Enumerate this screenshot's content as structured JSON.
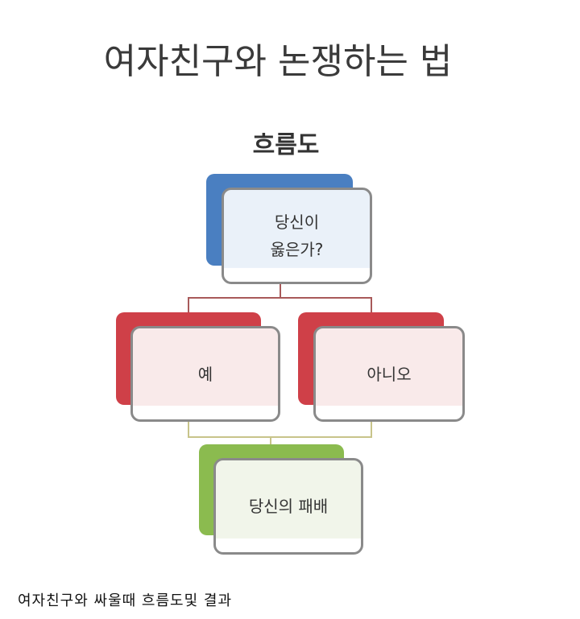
{
  "title": "여자친구와 논쟁하는 법",
  "subtitle": "흐름도",
  "flowchart": {
    "question": {
      "line1": "당신이",
      "line2": "옳은가?"
    },
    "yes": "예",
    "no": "아니오",
    "result": "당신의 패배"
  },
  "colors": {
    "blue": "#4a7fc1",
    "red": "#cf4048",
    "green": "#8bbb4f",
    "connector_top": "#a85a5a",
    "connector_bottom": "#c8c48a"
  },
  "caption": "여자친구와 싸울때 흐름도및 결과"
}
